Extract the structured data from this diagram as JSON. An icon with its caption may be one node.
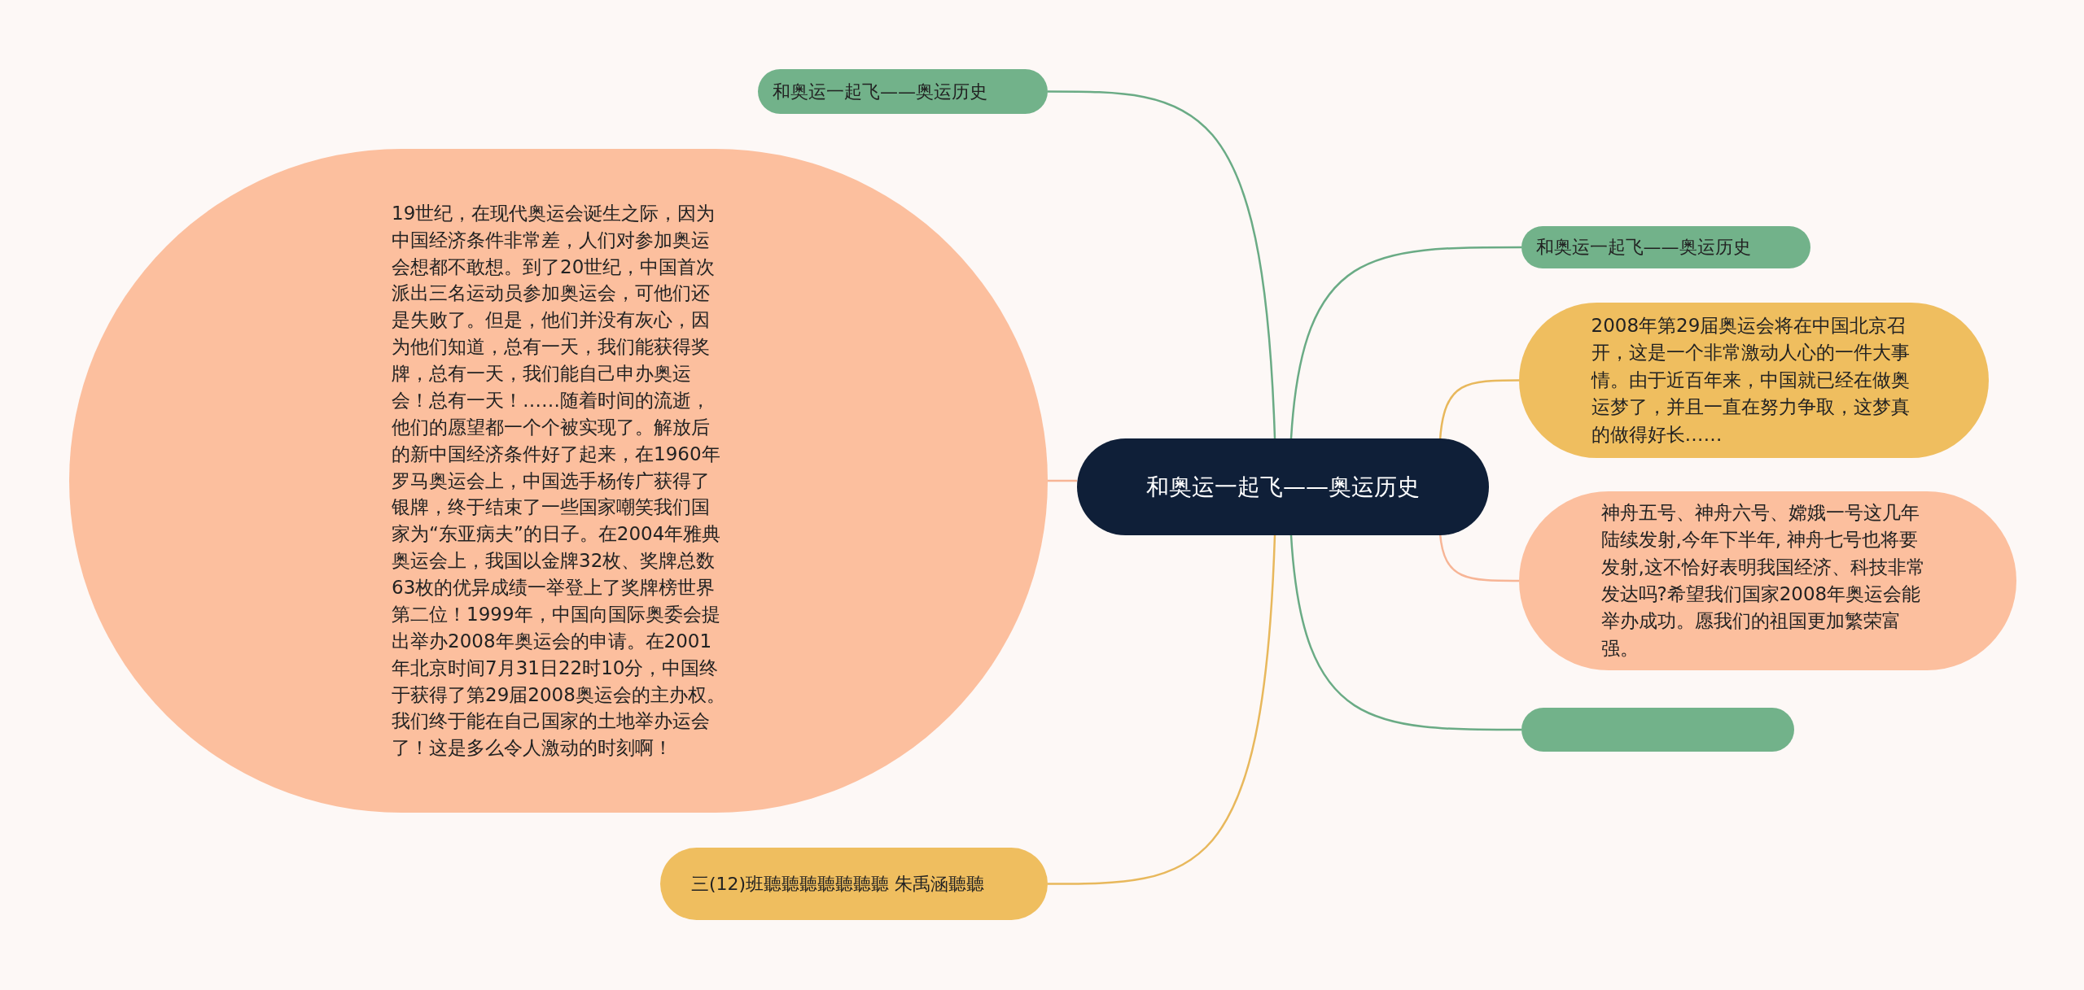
{
  "diagram": {
    "nodes": [
      {
        "text": [
          "和奥运一起飞——奥运历史"
        ]
      },
      {
        "text": [
          "和奥运一起飞——奥运历史"
        ]
      },
      {
        "text": [
          "19世纪，在现代奥运会诞生之际，因为中国经济条件非常差，人们对参加奥运会想都不敢想。到了20世纪，中国首次派出三名运动员参加奥运会，可他们还是失败了。但是，他们并没有灰心，因为他们知道，总有一天，我们能获得奖牌，总有一天，我们能自己申办奥运会！总有一天！……随着时间的流逝，他们的愿望都一个个被实现了。解放后的新中国经济条件好了起来，在1960年罗马奥运会上，中国选手杨传广获得了银牌，终于结束了一些国家嘲笑我们国家为“东亚病夫”的日子。在2004年雅典奥运会上，我国以金牌32枚、奖牌总数63枚的优异成绩一举登上了奖牌榜世界第二位！1999年，中国向国际奥委会提出举办2008年奥运会的申请。在2001年北京时间7月31日22时10分，中国终于获得了第29届2008奥运会的主办权。我们终于能在自己国家的土地举办运会了！这是多么令人激动的时刻啊！"
        ]
      },
      {
        "text": [
          "三(12)班聽聽聽聽聽聽聽 朱禹涵聽聽"
        ]
      },
      {
        "text": [
          "和奥运一起飞——奥运历史"
        ]
      },
      {
        "text": [
          "2008年第29届奥运会将在中国北京召开，这是一个非常激动人心的一件大事情。由于近百年来，中国就已经在做奥运梦了，并且一直在努力争取，这梦真的做得好长……"
        ]
      },
      {
        "text": [
          "神舟五号、神舟六号、嫦娥一号这几年陆续发射,今年下半年, 神舟七号也将要发射,这不恰好表明我国经济、科技非常发达吗?希望我们国家2008年奥运会能举办成功。愿我们的祖国更加繁荣富强。"
        ]
      },
      {
        "text": [],
        "shape": "box"
      }
    ],
    "edges": [
      {
        "from": 0,
        "to": 1,
        "arrow": "none",
        "color": "#6aab85"
      },
      {
        "from": 0,
        "to": 2,
        "arrow": "none",
        "color": "#f7b596"
      },
      {
        "from": 0,
        "to": 3,
        "arrow": "none",
        "color": "#e8b85c"
      },
      {
        "from": 0,
        "to": 4,
        "arrow": "none",
        "color": "#6aab85"
      },
      {
        "from": 0,
        "to": 5,
        "arrow": "none",
        "color": "#e8b85c"
      },
      {
        "from": 0,
        "to": 6,
        "arrow": "none",
        "color": "#f7b596"
      },
      {
        "from": 0,
        "to": 7,
        "arrow": "none",
        "color": "#6aab85"
      }
    ]
  }
}
